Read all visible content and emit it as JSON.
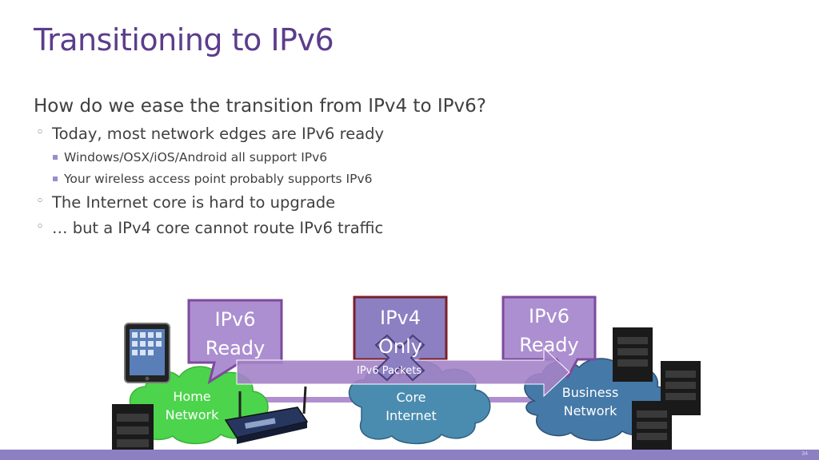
{
  "slide": {
    "title": "Transitioning to IPv6",
    "bullets": {
      "main": "How do we ease the transition from IPv4 to IPv6?",
      "sub1": "Today, most network edges are IPv6 ready",
      "sub1a": "Windows/OSX/iOS/Android all support IPv6",
      "sub1b": "Your wireless access point probably supports IPv6",
      "sub2": "The Internet core is hard to upgrade",
      "sub3": "… but a IPv4 core cannot route IPv6 traffic"
    },
    "page_number": "34"
  },
  "diagram": {
    "callouts": {
      "left_line1": "IPv6",
      "left_line2": "Ready",
      "center_line1": "IPv4",
      "center_line2": "Only",
      "right_line1": "IPv6",
      "right_line2": "Ready"
    },
    "clouds": {
      "home_line1": "Home",
      "home_line2": "Network",
      "core_line1": "Core",
      "core_line2": "Internet",
      "business_line1": "Business",
      "business_line2": "Network"
    },
    "arrow_label": "IPv6 Packets",
    "icons": [
      "tablet-icon",
      "server-icon",
      "wireless-router-icon",
      "blocked-x-icon"
    ],
    "colors": {
      "title": "#5b3d8c",
      "callout_ipv6": "#ac8fd0",
      "callout_ipv4": "#8c7fc2",
      "cloud_home": "#4cd44c",
      "cloud_core": "#4a8cb0",
      "cloud_business": "#4579a7",
      "arrow": "#a383c6",
      "x_mark": "#8c7fc2"
    }
  }
}
